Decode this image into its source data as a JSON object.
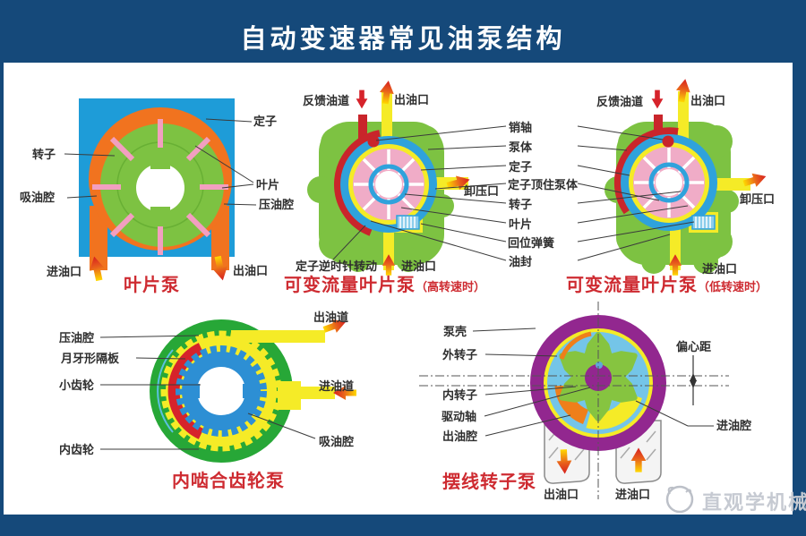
{
  "title": "自动变速器常见油泵结构",
  "watermark": {
    "text": "直观学机械"
  },
  "colors": {
    "frame_blue": "#15497A",
    "panel_white": "#ffffff",
    "caption_red": "#CE2B31",
    "body_green": "#7DC242",
    "gear_green": "#27A737",
    "ring_blue": "#2FA2DC",
    "square_blue": "#1E9CD8",
    "stator_orange": "#F1731F",
    "vane_pink": "#F29FC0",
    "rotor_pink": "#F0ACC7",
    "oil_yellow": "#F5EB27",
    "channel_red": "#C9252B",
    "housing_purple": "#92278F"
  },
  "diagrams": {
    "vane_pump": {
      "caption": "叶片泵",
      "labels": {
        "stator": "定子",
        "rotor": "转子",
        "suction_chamber": "吸油腔",
        "vane": "叶片",
        "pressure_chamber": "压油腔",
        "inlet": "进油口",
        "outlet": "出油口"
      }
    },
    "variable_vane_pump_high": {
      "caption": "可变流量叶片泵",
      "caption_note": "（高转速时）",
      "labels": {
        "feedback_channel": "反馈油道",
        "outlet": "出油口",
        "relief_port": "卸压口",
        "stator_rotates_ccw": "定子逆时针转动",
        "inlet": "进油口"
      }
    },
    "shared_vane_labels": {
      "pin": "销轴",
      "pump_body": "泵体",
      "stator": "定子",
      "stator_against_body": "定子顶住泵体",
      "rotor": "转子",
      "vane": "叶片",
      "return_spring": "回位弹簧",
      "oil_seal": "油封"
    },
    "variable_vane_pump_low": {
      "caption": "可变流量叶片泵",
      "caption_note": "（低转速时）",
      "labels": {
        "feedback_channel": "反馈油道",
        "outlet": "出油口",
        "relief_port": "卸压口",
        "inlet": "进油口"
      }
    },
    "internal_gear_pump": {
      "caption": "内啮合齿轮泵",
      "labels": {
        "pressure_chamber": "压油腔",
        "crescent_divider": "月牙形隔板",
        "small_gear": "小齿轮",
        "internal_gear": "内齿轮",
        "outlet_channel": "出油道",
        "inlet_channel": "进油道",
        "suction_chamber": "吸油腔"
      }
    },
    "gerotor_pump": {
      "caption": "摆线转子泵",
      "labels": {
        "pump_housing": "泵壳",
        "outer_rotor": "外转子",
        "inner_rotor": "内转子",
        "drive_shaft": "驱动轴",
        "outlet_chamber": "出油腔",
        "eccentricity": "偏心距",
        "inlet_chamber": "进油腔",
        "outlet": "出油口",
        "inlet": "进油口"
      }
    }
  }
}
